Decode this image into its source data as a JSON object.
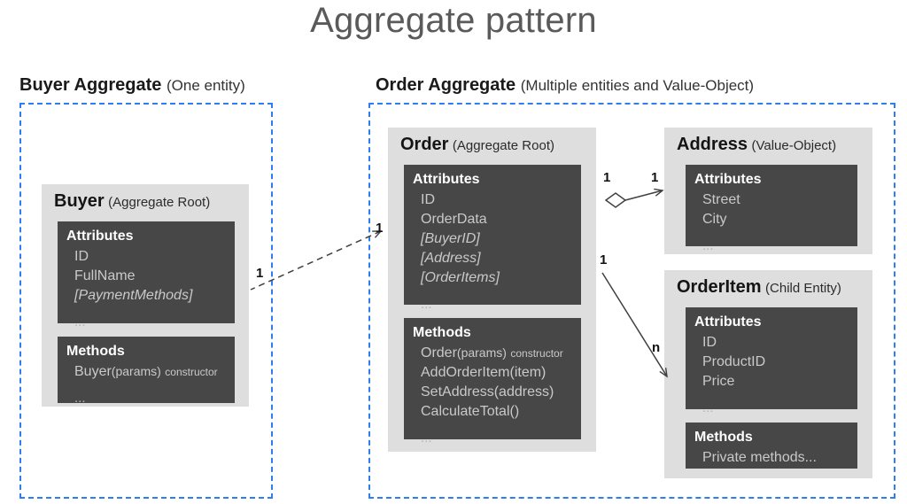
{
  "title": "Aggregate pattern",
  "groups": [
    {
      "id": "buyer-aggregate",
      "name": "Buyer Aggregate",
      "subtitle": "(One entity)"
    },
    {
      "id": "order-aggregate",
      "name": "Order Aggregate",
      "subtitle": "(Multiple entities and Value-Object)"
    }
  ],
  "entities": {
    "buyer": {
      "name": "Buyer",
      "kind": "(Aggregate Root)",
      "attributes_heading": "Attributes",
      "attributes": [
        "ID",
        "FullName",
        "[PaymentMethods]"
      ],
      "attributes_ellipsis": "...",
      "methods_heading": "Methods",
      "methods": [
        {
          "name": "Buyer",
          "params": "(params)",
          "note": "constructor"
        }
      ],
      "methods_ellipsis": "..."
    },
    "order": {
      "name": "Order",
      "kind": "(Aggregate Root)",
      "attributes_heading": "Attributes",
      "attributes": [
        "ID",
        "OrderData",
        "[BuyerID]",
        "[Address]",
        "[OrderItems]"
      ],
      "attributes_ellipsis": "...",
      "methods_heading": "Methods",
      "methods": [
        {
          "name": "Order",
          "params": "(params)",
          "note": "constructor"
        },
        {
          "name": "AddOrderItem(item)",
          "params": "",
          "note": ""
        },
        {
          "name": "SetAddress(address)",
          "params": "",
          "note": ""
        },
        {
          "name": "CalculateTotal()",
          "params": "",
          "note": ""
        }
      ],
      "methods_ellipsis": "..."
    },
    "address": {
      "name": "Address",
      "kind": "(Value-Object)",
      "attributes_heading": "Attributes",
      "attributes": [
        "Street",
        "City"
      ],
      "attributes_ellipsis": "..."
    },
    "orderitem": {
      "name": "OrderItem",
      "kind": "(Child Entity)",
      "attributes_heading": "Attributes",
      "attributes": [
        "ID",
        "ProductID",
        "Price"
      ],
      "attributes_ellipsis": "...",
      "methods_heading": "Methods",
      "methods": [
        {
          "name": "Private methods...",
          "params": "",
          "note": ""
        }
      ]
    }
  },
  "relationships": [
    {
      "id": "order-to-buyer",
      "from": "order",
      "to": "buyer",
      "style": "dashed-arrow",
      "source_multiplicity": "1",
      "target_multiplicity": "1"
    },
    {
      "id": "order-to-address",
      "from": "order",
      "to": "address",
      "style": "aggregation-diamond-arrow",
      "source_multiplicity": "1",
      "target_multiplicity": "1"
    },
    {
      "id": "order-to-orderitem",
      "from": "order",
      "to": "orderitem",
      "style": "solid-arrow",
      "source_multiplicity": "1",
      "target_multiplicity": "n"
    }
  ],
  "colors": {
    "boundary": "#2d7ff0",
    "card_bg": "#dedede",
    "panel_bg": "#474747",
    "panel_text": "#c9c9c9",
    "title_text": "#5a5a5a",
    "connector": "#404040"
  }
}
